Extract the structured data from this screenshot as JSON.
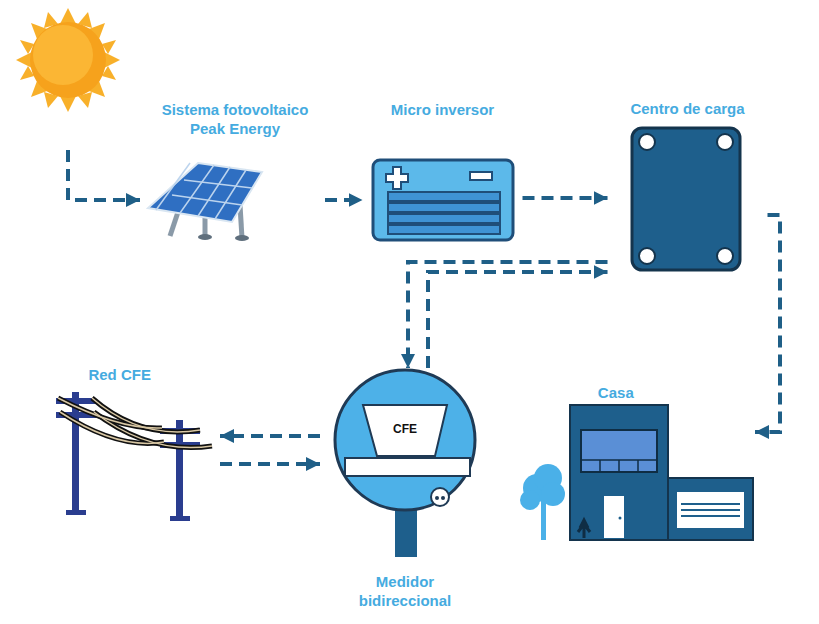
{
  "diagram": {
    "nodes": [
      {
        "text": [
          "Sistema fotovoltaico Peak Energy"
        ]
      },
      {
        "text": [
          "Micro inversor"
        ]
      },
      {
        "text": [
          "Centro de carga"
        ]
      },
      {
        "text": [
          "Red CFE"
        ]
      },
      {
        "text": [
          "CFE",
          "Medidor bidireccional"
        ]
      },
      {
        "text": [
          "Casa"
        ]
      }
    ],
    "edges": [
      {
        "from": 0,
        "to": 1,
        "arrow": "to"
      },
      {
        "from": 1,
        "to": 2,
        "arrow": "to"
      },
      {
        "from": 2,
        "to": 5,
        "arrow": "to"
      },
      {
        "from": 2,
        "to": 4,
        "arrow": "to"
      },
      {
        "from": 4,
        "to": 2,
        "arrow": "to"
      },
      {
        "from": 4,
        "to": 3,
        "arrow": "to"
      },
      {
        "from": 3,
        "to": 4,
        "arrow": "to"
      }
    ]
  }
}
